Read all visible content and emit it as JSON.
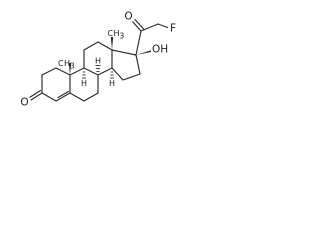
{
  "structure": {
    "atom_labels": {
      "ketone_oxygen_side_chain": "O",
      "fluorine": "F",
      "hydroxyl_oxygen": "OH",
      "c13_methyl_c": "C",
      "c13_methyl_h": "H",
      "c13_methyl_sub": "3",
      "c10_methyl_c": "C",
      "c10_methyl_h": "H",
      "c10_methyl_sub": "3",
      "h8": "H",
      "h9": "H",
      "h14": "H",
      "ring_a_ketone_oxygen": "O"
    }
  }
}
